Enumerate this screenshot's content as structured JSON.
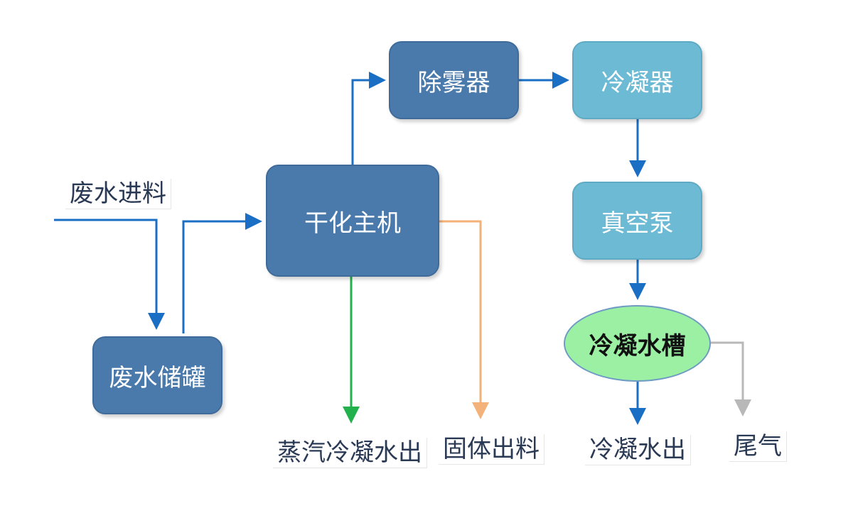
{
  "nodes": {
    "dryer_main": "干化主机",
    "demister": "除雾器",
    "condenser": "冷凝器",
    "vacuum_pump": "真空泵",
    "condensate_tank": "冷凝水槽",
    "wastewater_tank": "废水储罐"
  },
  "labels": {
    "wastewater_feed": "废水进料",
    "steam_condensate_out": "蒸汽冷凝水出",
    "solid_discharge": "固体出料",
    "condensate_out": "冷凝水出",
    "tail_gas": "尾气"
  },
  "colors": {
    "dark_node": "#4a7aab",
    "light_node": "#6dbad4",
    "ellipse_node": "#9cf0a4",
    "flow_blue": "#1a6fc4",
    "flow_green": "#22b14c",
    "flow_orange": "#f2b27a",
    "flow_gray": "#b8b8b8"
  }
}
